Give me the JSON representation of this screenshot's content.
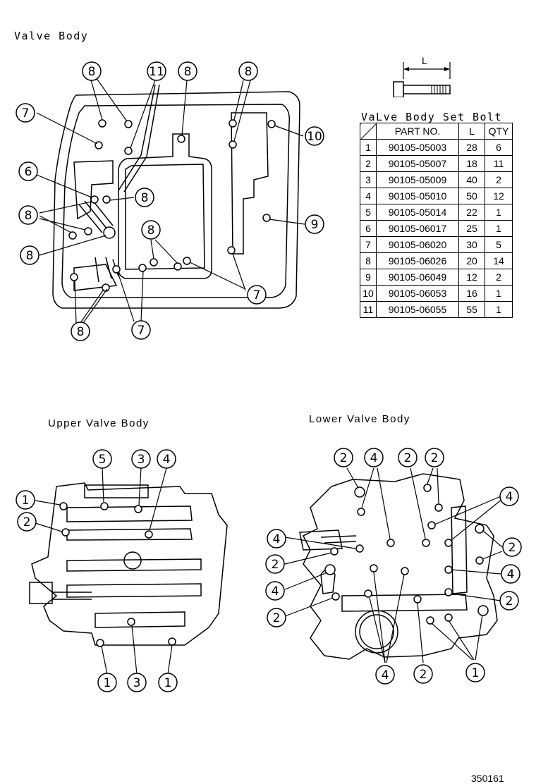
{
  "titles": {
    "valve_body": "Valve Body",
    "upper_valve_body": "Upper Valve Body",
    "lower_valve_body": "Lower Valve Body"
  },
  "bolt_length_label": "L",
  "table": {
    "title": "VaLve Body Set Bolt",
    "headers": {
      "part_no": "PART NO.",
      "length": "L",
      "qty": "QTY"
    },
    "rows": [
      {
        "no": "1",
        "part": "90105-05003",
        "l": "28",
        "qty": "6"
      },
      {
        "no": "2",
        "part": "90105-05007",
        "l": "18",
        "qty": "11"
      },
      {
        "no": "3",
        "part": "90105-05009",
        "l": "40",
        "qty": "2"
      },
      {
        "no": "4",
        "part": "90105-05010",
        "l": "50",
        "qty": "12"
      },
      {
        "no": "5",
        "part": "90105-05014",
        "l": "22",
        "qty": "1"
      },
      {
        "no": "6",
        "part": "90105-06017",
        "l": "25",
        "qty": "1"
      },
      {
        "no": "7",
        "part": "90105-06020",
        "l": "30",
        "qty": "5"
      },
      {
        "no": "8",
        "part": "90105-06026",
        "l": "20",
        "qty": "14"
      },
      {
        "no": "9",
        "part": "90105-06049",
        "l": "12",
        "qty": "2"
      },
      {
        "no": "10",
        "part": "90105-06053",
        "l": "16",
        "qty": "1"
      },
      {
        "no": "11",
        "part": "90105-06055",
        "l": "55",
        "qty": "1"
      }
    ]
  },
  "callouts": {
    "valve_body": [
      "8",
      "11",
      "8",
      "8",
      "7",
      "10",
      "6",
      "8",
      "8",
      "8",
      "9",
      "8",
      "7",
      "7",
      "8"
    ],
    "upper": [
      "5",
      "3",
      "4",
      "1",
      "2",
      "1",
      "3",
      "1"
    ],
    "lower": [
      "2",
      "4",
      "2",
      "2",
      "4",
      "4",
      "2",
      "2",
      "4",
      "4",
      "2",
      "2",
      "4",
      "2",
      "1"
    ]
  },
  "figure_code": "350161"
}
